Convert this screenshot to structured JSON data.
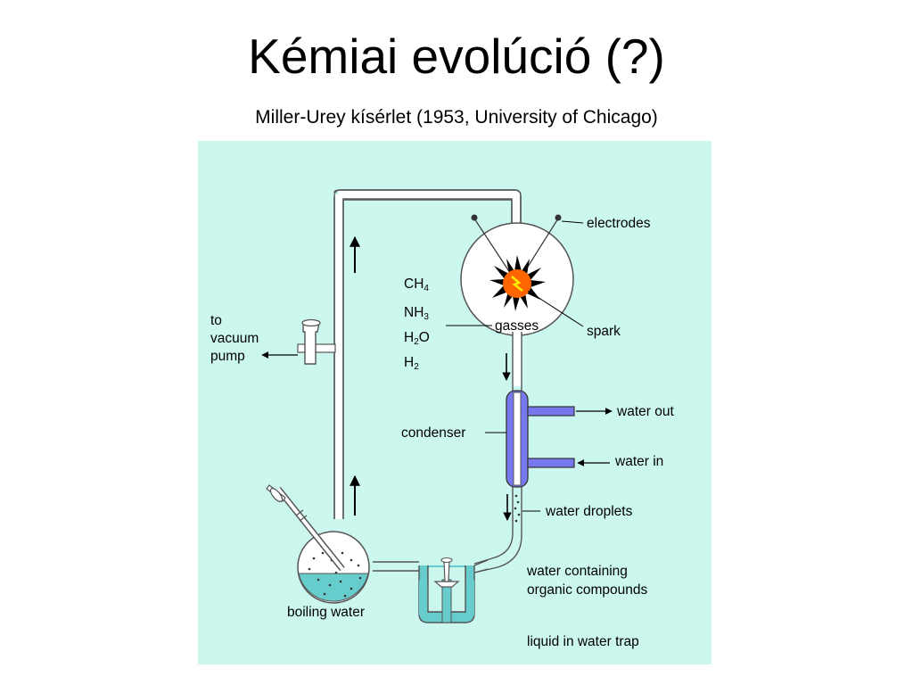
{
  "slide": {
    "title": "Kémiai evolúció (?)",
    "subtitle": "Miller-Urey kísérlet (1953, University of Chicago)"
  },
  "diagram": {
    "background": "#ccf7ee",
    "water_color": "#66cccc",
    "condenser_color": "#7777ee",
    "spark_color": "#ff6600",
    "labels": {
      "electrodes": "electrodes",
      "spark": "spark",
      "gasses": "gasses",
      "condenser": "condenser",
      "water_out": "water out",
      "water_in": "water in",
      "water_droplets": "water droplets",
      "water_containing_1": "water containing",
      "water_containing_2": "organic compounds",
      "liquid_in_trap": "liquid in water trap",
      "boiling_water": "boiling water",
      "vacuum_1": "to",
      "vacuum_2": "vacuum",
      "vacuum_3": "pump"
    },
    "gases": [
      {
        "base": "CH",
        "sub": "4",
        "tail": ""
      },
      {
        "base": "NH",
        "sub": "3",
        "tail": ""
      },
      {
        "base": "H",
        "sub": "2",
        "tail": "O"
      },
      {
        "base": "H",
        "sub": "2",
        "tail": ""
      }
    ]
  }
}
